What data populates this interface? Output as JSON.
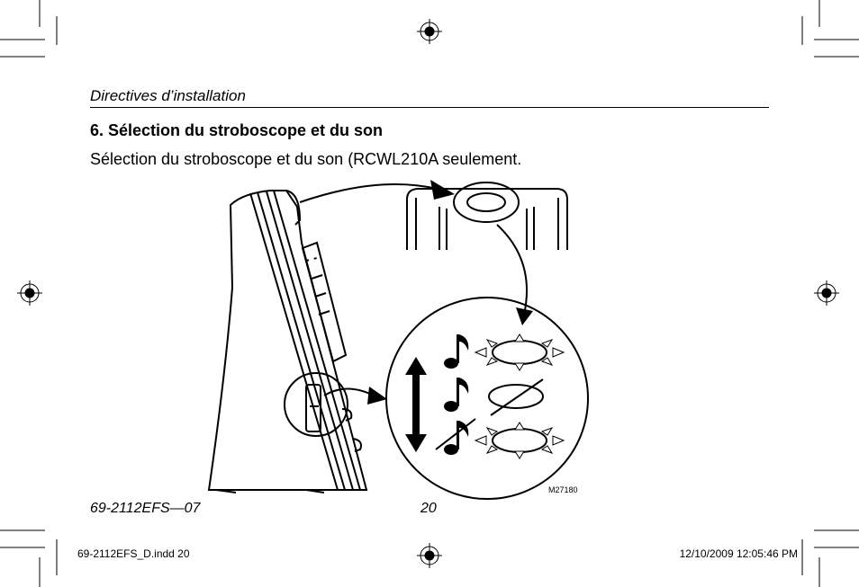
{
  "header": {
    "section": "Directives d’installation"
  },
  "content": {
    "heading": "6. Sélection du stroboscope et du son",
    "text": "Sélection du stroboscope et du son (RCWL210A seulement."
  },
  "figure": {
    "code": "M27180"
  },
  "footer": {
    "doc_number": "69-2112EFS—07",
    "page": "20"
  },
  "slug": {
    "file": "69-2112EFS_D.indd   20",
    "datetime": "12/10/2009   12:05:46 PM"
  }
}
